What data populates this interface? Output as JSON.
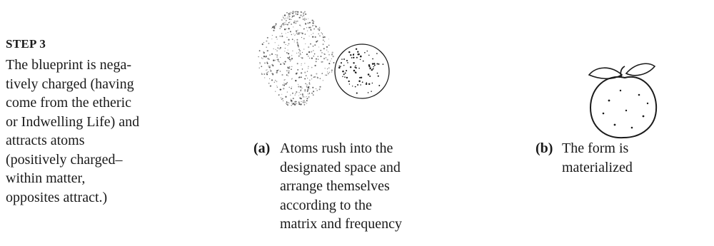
{
  "step": {
    "heading": "STEP 3",
    "lines": [
      "The blueprint is nega-",
      "tively charged (having",
      "come from the etheric",
      "or Indwelling Life) and",
      "attracts atoms",
      "(positively charged–",
      "within matter,",
      "opposites attract.)"
    ]
  },
  "figure_a": {
    "marker": "(a)",
    "lines": [
      "Atoms rush into the",
      "designated space and",
      "arrange themselves",
      "according to the",
      "matrix and frequency"
    ]
  },
  "figure_b": {
    "marker": "(b)",
    "lines": [
      "The form is",
      "materialized"
    ]
  }
}
